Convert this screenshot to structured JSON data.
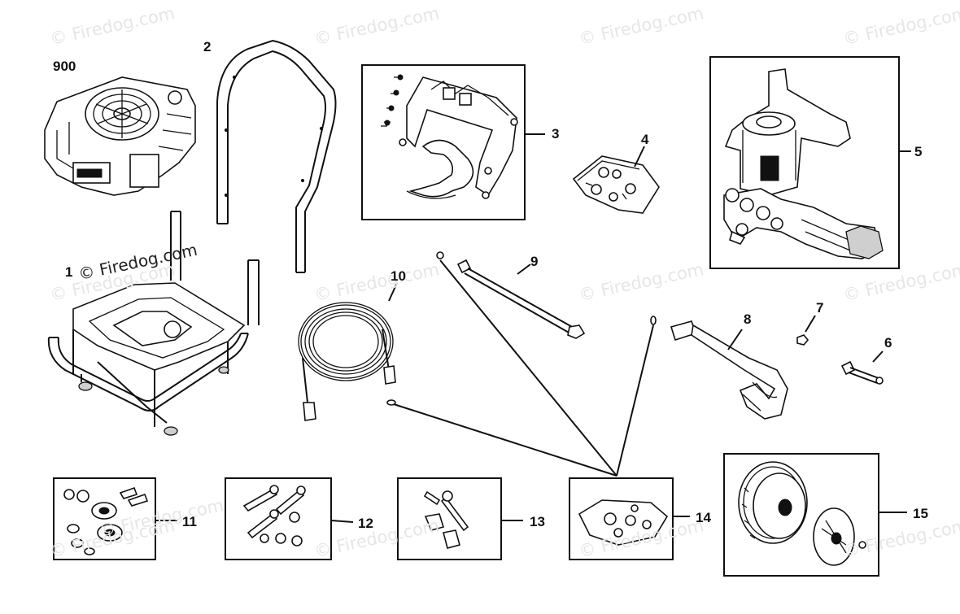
{
  "watermark": {
    "text": "© Firedog.com",
    "items": [
      "© Firedog.com",
      "© Firedog.com",
      "© Firedog.com",
      "© Firedog.com",
      "© Firedog.com",
      "© Firedog.com",
      "© Firedog.com",
      "© Firedog.com",
      "© Firedog.com",
      "© Firedog.com",
      "© Firedog.com",
      "© Firedog.com",
      "© Firedog.com",
      "© Firedog.com"
    ]
  },
  "callouts": {
    "p900": "900",
    "p2": "2",
    "p3": "3",
    "p4": "4",
    "p5": "5",
    "p6": "6",
    "p7": "7",
    "p8": "8",
    "p9": "9",
    "p10": "10",
    "p11": "11",
    "p12": "12",
    "p13": "13",
    "p14": "14",
    "p15": "15",
    "p1": "1"
  }
}
